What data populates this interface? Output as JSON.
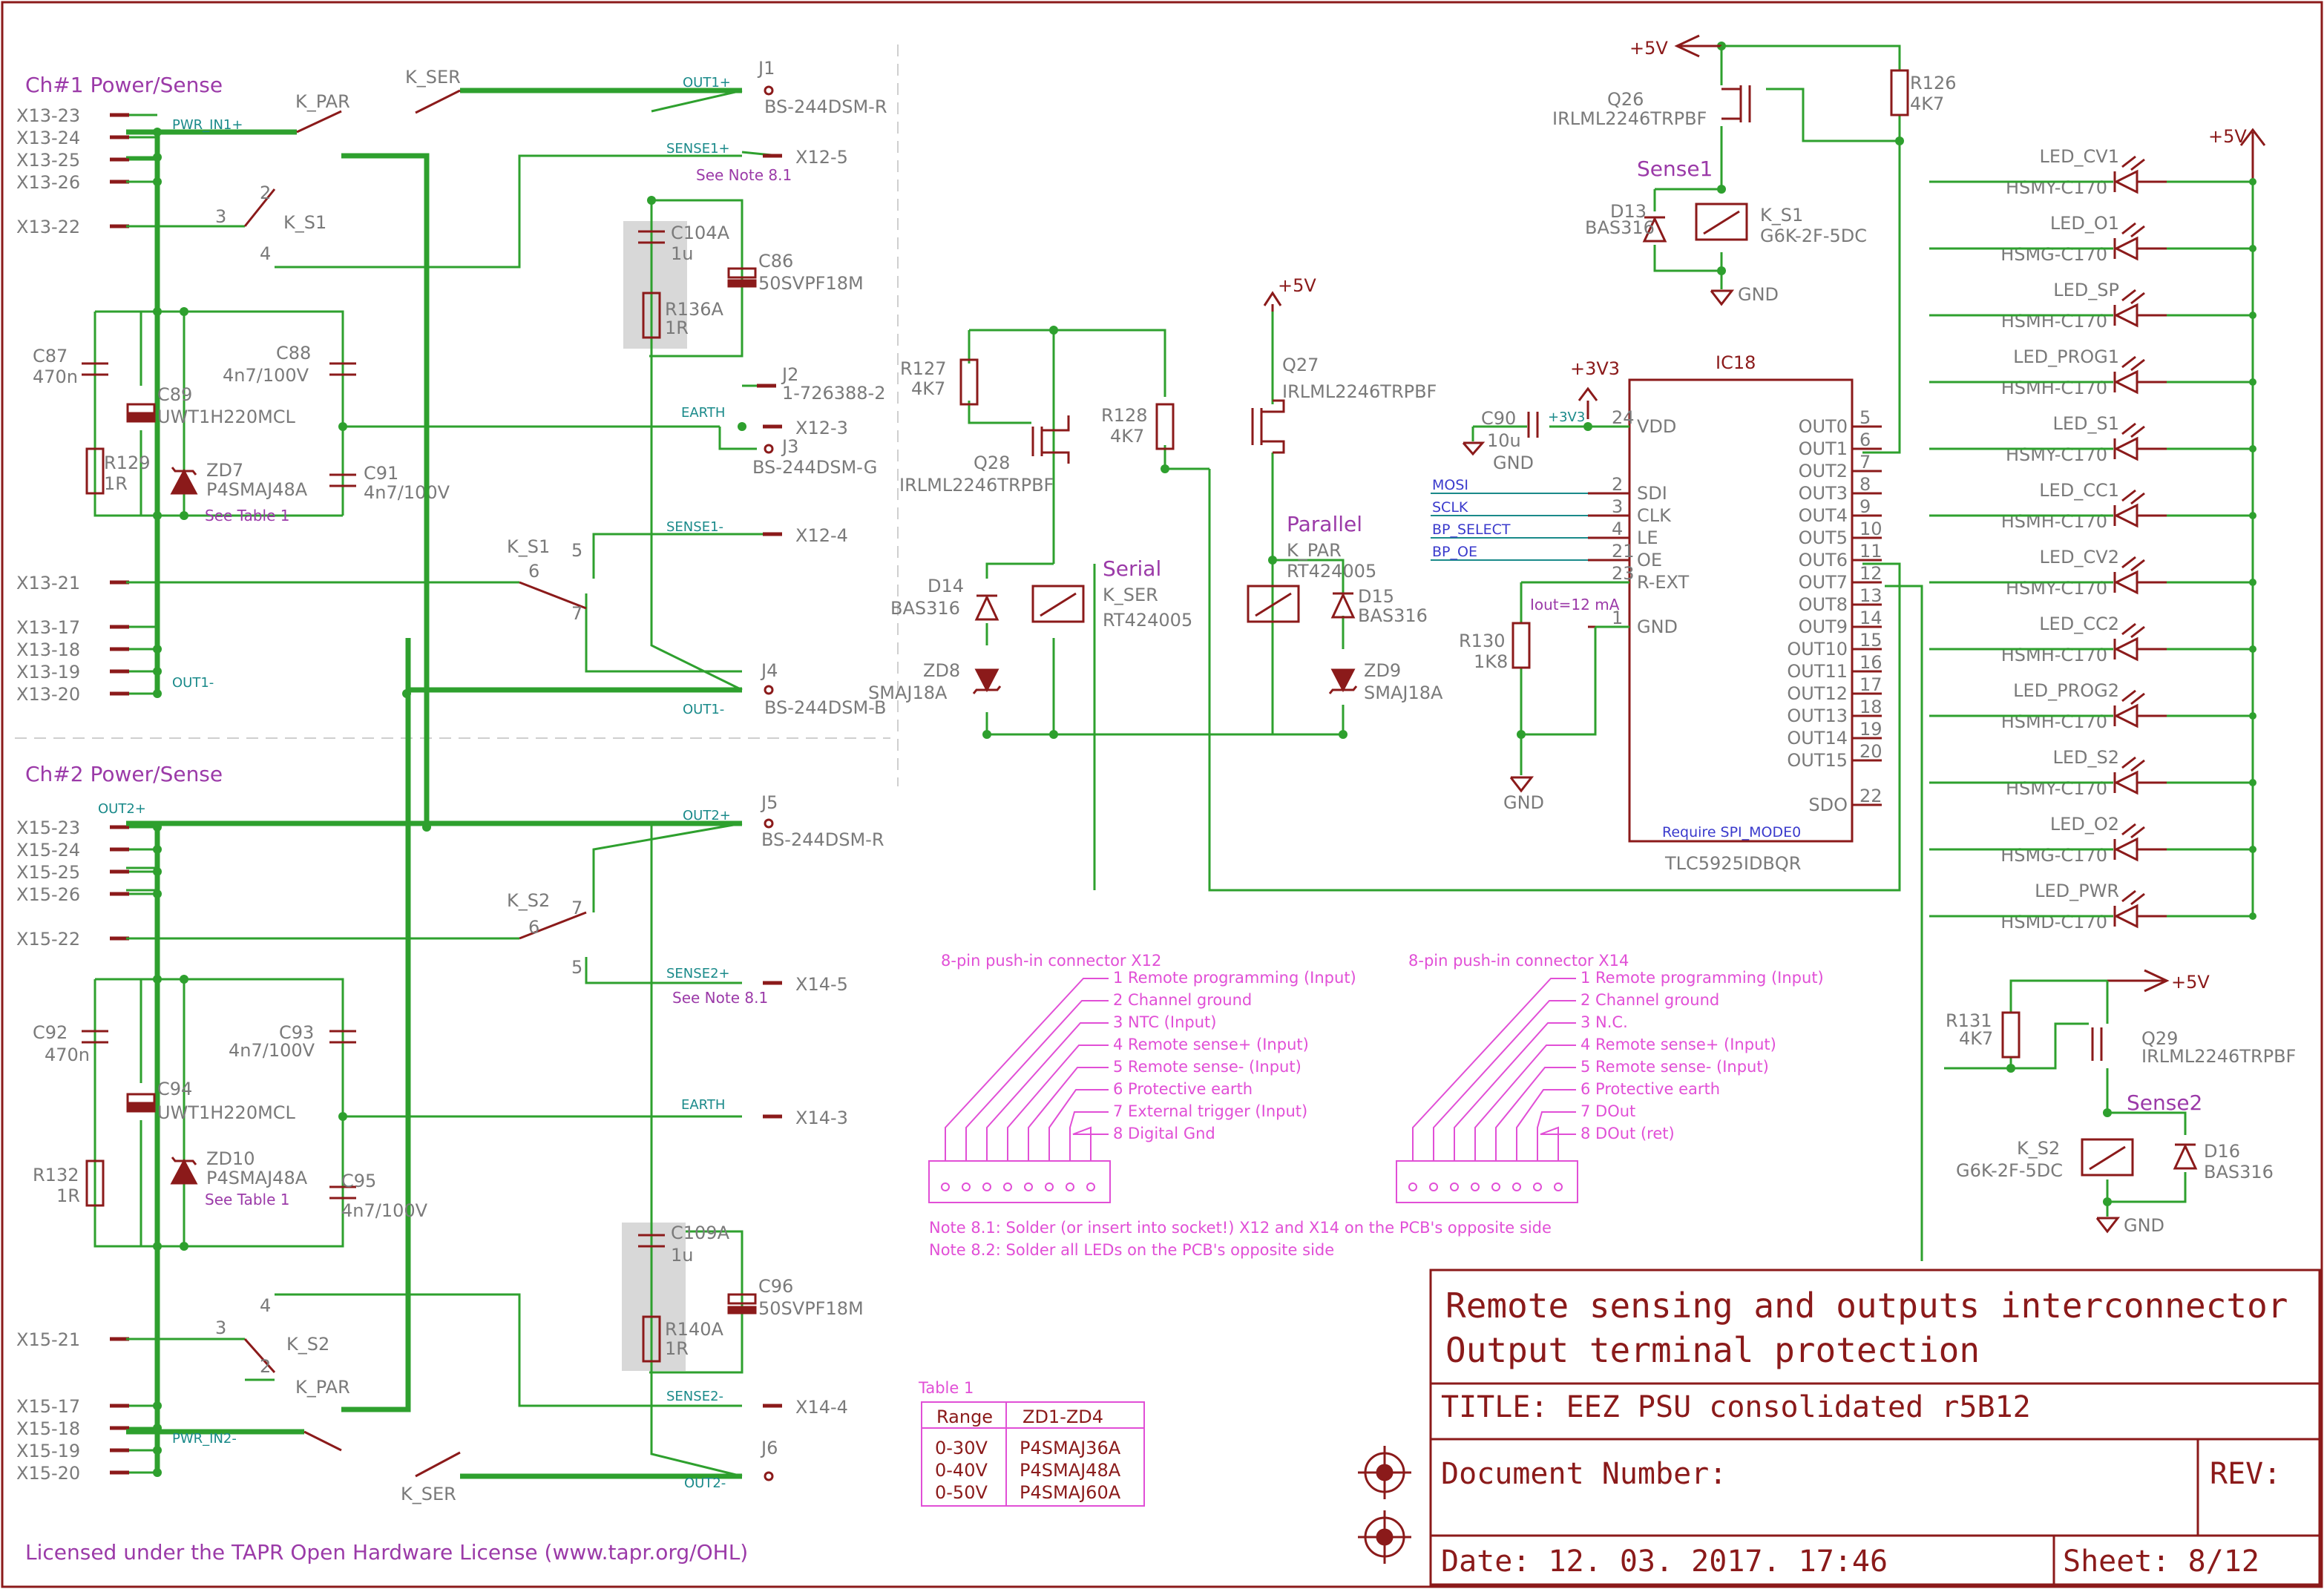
{
  "channel1": {
    "title": "Ch#1 Power/Sense",
    "terminals": [
      "X13-23",
      "X13-24",
      "X13-25",
      "X13-26",
      "X13-22",
      "X13-21",
      "X13-17",
      "X13-18",
      "X13-19",
      "X13-20"
    ],
    "nets": {
      "pwr_in1": "PWR_IN1+",
      "out1": "OUT1-",
      "out1p": "OUT1+",
      "out1m": "OUT1-",
      "sense1p": "SENSE1+",
      "sense1m": "SENSE1-",
      "earth": "EARTH"
    },
    "relays": {
      "kpar": "K_PAR",
      "kser": "K_SER",
      "ks1": "K_S1"
    },
    "pins": {
      "p2": "2",
      "p3": "3",
      "p4": "4",
      "p5": "5",
      "p6": "6",
      "p7": "7"
    },
    "components": {
      "c87": "C87",
      "c87v": "470n",
      "c89": "C89",
      "c89v": "UWT1H220MCL",
      "c88": "C88",
      "c88v": "4n7/100V",
      "r129": "R129",
      "r129v": "1R",
      "zd7": "ZD7",
      "zd7v": "P4SMAJ48A",
      "c91": "C91",
      "c91v": "4n7/100V",
      "c104": "C104A",
      "c104v": "1u",
      "r136": "R136A",
      "r136v": "1R",
      "c86": "C86",
      "c86v": "50SVPF18M",
      "seetable": "See Table 1"
    },
    "connectors": {
      "j1": "J1",
      "j1t": "BS-244DSM-R",
      "x125": "X12-5",
      "note": "See Note 8.1",
      "j2": "J2",
      "j2t": "1-726388-2",
      "x123": "X12-3",
      "j3": "J3",
      "j3t": "BS-244DSM-G",
      "x124": "X12-4",
      "j4": "J4",
      "j4t": "BS-244DSM-B"
    }
  },
  "channel2": {
    "title": "Ch#2 Power/Sense",
    "terminals": [
      "X15-23",
      "X15-24",
      "X15-25",
      "X15-26",
      "X15-22",
      "X15-21",
      "X15-17",
      "X15-18",
      "X15-19",
      "X15-20"
    ],
    "nets": {
      "out2": "OUT2+",
      "out2p": "OUT2+",
      "sense2p": "SENSE2+",
      "earth": "EARTH",
      "sense2m": "SENSE2-",
      "pwr_in2": "PWR_IN2-",
      "out2m": "OUT2-"
    },
    "relays": {
      "ks2": "K_S2",
      "ks2b": "K_S2",
      "kpar": "K_PAR",
      "kser": "K_SER"
    },
    "pins": {
      "p6": "6",
      "p7": "7",
      "p5": "5",
      "p3": "3",
      "p4": "4",
      "p2": "2"
    },
    "components": {
      "c92": "C92",
      "c92v": "470n",
      "c94": "C94",
      "c94v": "UWT1H220MCL",
      "c93": "C93",
      "c93v": "4n7/100V",
      "r132": "R132",
      "r132v": "1R",
      "zd10": "ZD10",
      "zd10v": "P4SMAJ48A",
      "c95": "C95",
      "c95v": "4n7/100V",
      "c109": "C109A",
      "c109v": "1u",
      "r140": "R140A",
      "r140v": "1R",
      "c96": "C96",
      "c96v": "50SVPF18M",
      "seetable": "See Table 1"
    },
    "connectors": {
      "j5": "J5",
      "j5t": "BS-244DSM-R",
      "x145": "X14-5",
      "note": "See Note 8.1",
      "x143": "X14-3",
      "x144": "X14-4",
      "j6": "J6"
    }
  },
  "relay_drive": {
    "vcc1": "+5V",
    "q27": "Q27",
    "q27v": "IRLML2246TRPBF",
    "r127": "R127",
    "r127v": "4K7",
    "r128": "R128",
    "r128v": "4K7",
    "q28": "Q28",
    "q28v": "IRLML2246TRPBF",
    "serial": "Serial",
    "kser": "K_SER",
    "kser_v": "RT424005",
    "parallel": "Parallel",
    "kpar": "K_PAR",
    "kpar_v": "RT424005",
    "d14": "D14",
    "d14v": "BAS316",
    "d15": "D15",
    "d15v": "BAS316",
    "zd8": "ZD8",
    "zd8v": "SMAJ18A",
    "zd9": "ZD9",
    "zd9v": "SMAJ18A"
  },
  "ic18": {
    "name": "IC18",
    "part": "TLC5925IDBQR",
    "note": "Require SPI_MODE0",
    "left_pins": [
      {
        "name": "VDD",
        "num": "24"
      },
      {
        "name": "SDI",
        "num": "2"
      },
      {
        "name": "CLK",
        "num": "3"
      },
      {
        "name": "LE",
        "num": "4"
      },
      {
        "name": "OE",
        "num": "21"
      },
      {
        "name": "R-EXT",
        "num": "23"
      },
      {
        "name": "GND",
        "num": "1"
      }
    ],
    "right_pins": [
      {
        "name": "OUT0",
        "num": "5"
      },
      {
        "name": "OUT1",
        "num": "6"
      },
      {
        "name": "OUT2",
        "num": "7"
      },
      {
        "name": "OUT3",
        "num": "8"
      },
      {
        "name": "OUT4",
        "num": "9"
      },
      {
        "name": "OUT5",
        "num": "10"
      },
      {
        "name": "OUT6",
        "num": "11"
      },
      {
        "name": "OUT7",
        "num": "12"
      },
      {
        "name": "OUT8",
        "num": "13"
      },
      {
        "name": "OUT9",
        "num": "14"
      },
      {
        "name": "OUT10",
        "num": "15"
      },
      {
        "name": "OUT11",
        "num": "16"
      },
      {
        "name": "OUT12",
        "num": "17"
      },
      {
        "name": "OUT13",
        "num": "18"
      },
      {
        "name": "OUT14",
        "num": "19"
      },
      {
        "name": "OUT15",
        "num": "20"
      },
      {
        "name": "SDO",
        "num": "22"
      }
    ],
    "signals": [
      "MOSI",
      "SCLK",
      "BP_SELECT",
      "BP_OE"
    ],
    "v33": "+3V3",
    "v33net": "+3V3",
    "c90": "C90",
    "c90v": "10u",
    "r130": "R130",
    "r130v": "1K8",
    "iout": "Iout=12 mA",
    "gnd": "GND"
  },
  "sense1": {
    "vcc": "+5V",
    "q26": "Q26",
    "q26v": "IRLML2246TRPBF",
    "r126": "R126",
    "r126v": "4K7",
    "label": "Sense1",
    "d13": "D13",
    "d13v": "BAS316",
    "ks1": "K_S1",
    "ks1v": "G6K-2F-5DC",
    "gnd": "GND"
  },
  "sense2": {
    "vcc": "+5V",
    "r131": "R131",
    "r131v": "4K7",
    "q29": "Q29",
    "q29v": "IRLML2246TRPBF",
    "label": "Sense2",
    "ks2": "K_S2",
    "ks2v": "G6K-2F-5DC",
    "d16": "D16",
    "d16v": "BAS316",
    "gnd": "GND"
  },
  "leds": {
    "vcc": "+5V",
    "items": [
      {
        "name": "LED_CV1",
        "part": "HSMY-C170"
      },
      {
        "name": "LED_O1",
        "part": "HSMG-C170"
      },
      {
        "name": "LED_SP",
        "part": "HSMH-C170"
      },
      {
        "name": "LED_PROG1",
        "part": "HSMH-C170"
      },
      {
        "name": "LED_S1",
        "part": "HSMY-C170"
      },
      {
        "name": "LED_CC1",
        "part": "HSMH-C170"
      },
      {
        "name": "LED_CV2",
        "part": "HSMY-C170"
      },
      {
        "name": "LED_CC2",
        "part": "HSMH-C170"
      },
      {
        "name": "LED_PROG2",
        "part": "HSMH-C170"
      },
      {
        "name": "LED_S2",
        "part": "HSMY-C170"
      },
      {
        "name": "LED_O2",
        "part": "HSMG-C170"
      },
      {
        "name": "LED_PWR",
        "part": "HSMD-C170"
      }
    ]
  },
  "connector_x12": {
    "title": "8-pin push-in connector X12",
    "pins": [
      "1 Remote programming (Input)",
      "2 Channel ground",
      "3 NTC (Input)",
      "4 Remote sense+ (Input)",
      "5 Remote sense- (Input)",
      "6 Protective earth",
      "7 External trigger (Input)",
      "8 Digital Gnd"
    ]
  },
  "connector_x14": {
    "title": "8-pin push-in connector X14",
    "pins": [
      "1 Remote programming (Input)",
      "2 Channel ground",
      "3 N.C.",
      "4 Remote sense+ (Input)",
      "5 Remote sense- (Input)",
      "6 Protective earth",
      "7 DOut",
      "8 DOut (ret)"
    ]
  },
  "notes": [
    "Note 8.1: Solder (or insert into socket!) X12 and X14 on the PCB's opposite side",
    "Note 8.2: Solder all LEDs on the PCB's opposite side"
  ],
  "table1": {
    "title": "Table 1",
    "headers": [
      "Range",
      "ZD1-ZD4"
    ],
    "rows": [
      [
        "0-30V",
        "P4SMAJ36A"
      ],
      [
        "0-40V",
        "P4SMAJ48A"
      ],
      [
        "0-50V",
        "P4SMAJ60A"
      ]
    ]
  },
  "title_block": {
    "desc1": "Remote sensing and outputs interconnector",
    "desc2": "Output terminal protection",
    "title": "TITLE:  EEZ PSU consolidated r5B12",
    "docnum": "Document Number:",
    "rev": "REV:",
    "date": "Date: 12. 03. 2017. 17:46",
    "sheet": "Sheet: 8/12"
  },
  "license": "Licensed under the TAPR Open Hardware License (www.tapr.org/OHL)",
  "colors": {
    "wire": "#2ea02e",
    "symbol": "#8b1a1a",
    "label": "#7a7a7a",
    "title": "#9b3aa8",
    "note": "#e14fd6",
    "net": "#1a8a8a",
    "signal": "#3a3acc"
  }
}
